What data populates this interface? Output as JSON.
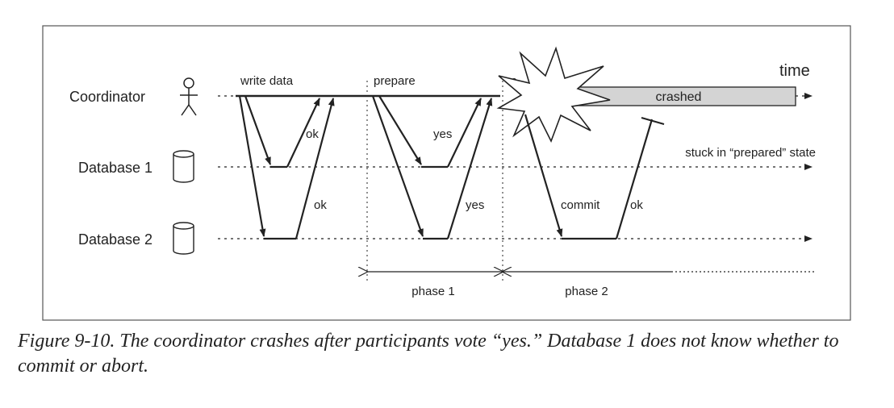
{
  "diagram": {
    "time_label": "time",
    "participants": {
      "coordinator": "Coordinator",
      "database1": "Database 1",
      "database2": "Database 2"
    },
    "messages": {
      "write_data": "write data",
      "prepare": "prepare",
      "commit_partial": "c",
      "ok_db1": "ok",
      "ok_db2": "ok",
      "yes_db1": "yes",
      "yes_db2": "yes",
      "commit": "commit",
      "ok_commit": "ok"
    },
    "crashed_label": "crashed",
    "stuck_label": "stuck in “prepared” state",
    "phases": {
      "phase1": "phase 1",
      "phase2": "phase 2"
    }
  },
  "caption": "Figure 9-10. The coordinator crashes after participants vote “yes.” Database 1 does not know whether to commit or abort."
}
